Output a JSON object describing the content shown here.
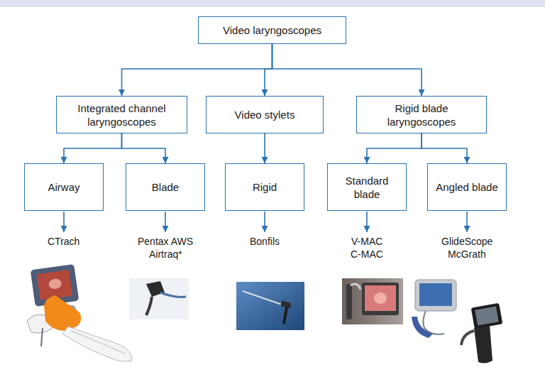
{
  "diagram": {
    "nodes": [
      {
        "text": [
          "Video laryngoscopes"
        ]
      },
      {
        "text": [
          "Integrated channel laryngoscopes"
        ]
      },
      {
        "text": [
          "Video stylets"
        ]
      },
      {
        "text": [
          "Rigid blade laryngoscopes"
        ]
      },
      {
        "text": [
          "Airway"
        ]
      },
      {
        "text": [
          "Blade"
        ]
      },
      {
        "text": [
          "Rigid"
        ]
      },
      {
        "text": [
          "Standard blade"
        ]
      },
      {
        "text": [
          "Angled blade"
        ]
      }
    ],
    "edges": [
      {
        "from": 0,
        "to": 1,
        "arrow": "to"
      },
      {
        "from": 0,
        "to": 2,
        "arrow": "to"
      },
      {
        "from": 0,
        "to": 3,
        "arrow": "to"
      },
      {
        "from": 1,
        "to": 4,
        "arrow": "to"
      },
      {
        "from": 1,
        "to": 5,
        "arrow": "to"
      },
      {
        "from": 2,
        "to": 6,
        "arrow": "to"
      },
      {
        "from": 3,
        "to": 7,
        "arrow": "to"
      },
      {
        "from": 3,
        "to": 8,
        "arrow": "to"
      }
    ],
    "labels": [
      "CTrach",
      "Pentax AWS",
      "Airtraq*",
      "Bonfils",
      "V-MAC",
      "C-MAC",
      "GlideScope",
      "McGrath"
    ]
  }
}
